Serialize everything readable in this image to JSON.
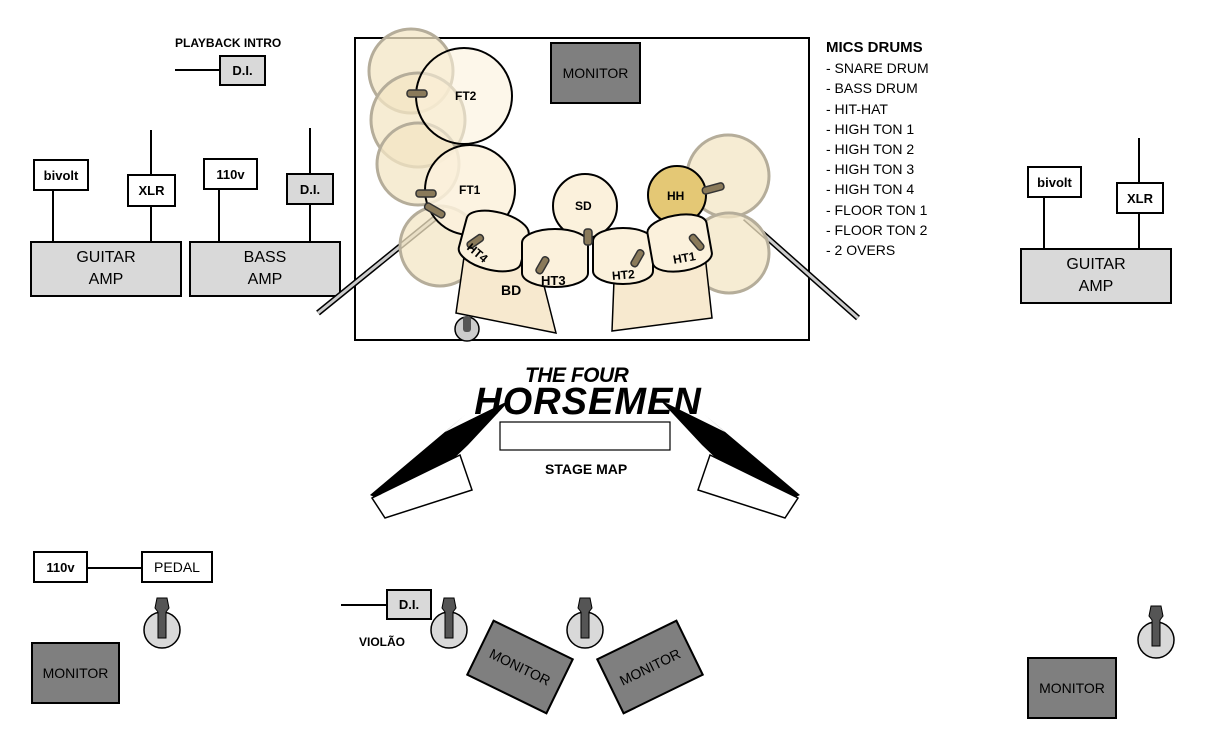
{
  "playback": {
    "label": "PLAYBACK INTRO",
    "di": "D.I."
  },
  "left_rig": {
    "bivolt": "bivolt",
    "xlr": "XLR",
    "v110": "110v",
    "di": "D.I.",
    "guitar_amp": [
      "GUITAR",
      "AMP"
    ],
    "bass_amp": [
      "BASS",
      "AMP"
    ]
  },
  "right_rig": {
    "bivolt": "bivolt",
    "xlr": "XLR",
    "guitar_amp": [
      "GUITAR",
      "AMP"
    ]
  },
  "drum_riser": {
    "monitor": "MONITOR",
    "drums": {
      "ft2": "FT2",
      "ft1": "FT1",
      "sd": "SD",
      "hh": "HH",
      "ht4": "HT4",
      "ht3": "HT3",
      "ht2": "HT2",
      "ht1": "HT1",
      "bd": "BD"
    }
  },
  "mics_drums": {
    "title": "MICS DRUMS",
    "items": [
      "- SNARE DRUM",
      "- BASS DRUM",
      "- HIT-HAT",
      "- HIGH TON 1",
      "- HIGH TON 2",
      "- HIGH TON 3",
      "- HIGH TON 4",
      "- FLOOR TON 1",
      "- FLOOR TON 2",
      "- 2 OVERS"
    ]
  },
  "logo": {
    "line1": "THE FOUR",
    "line2": "HORSEMEN",
    "caption": "STAGE MAP"
  },
  "front": {
    "v110": "110v",
    "pedal": "PEDAL",
    "di": "D.I.",
    "violao": "VIOLÃO",
    "monitor_left": "MONITOR",
    "monitor_center_left": "MONITOR",
    "monitor_center_right": "MONITOR",
    "monitor_right": "MONITOR"
  },
  "colors": {
    "amp": "#d9d9d9",
    "monitor": "#7f7f7f",
    "cymbal": "#f3e6c4",
    "hh": "#e4c875"
  }
}
